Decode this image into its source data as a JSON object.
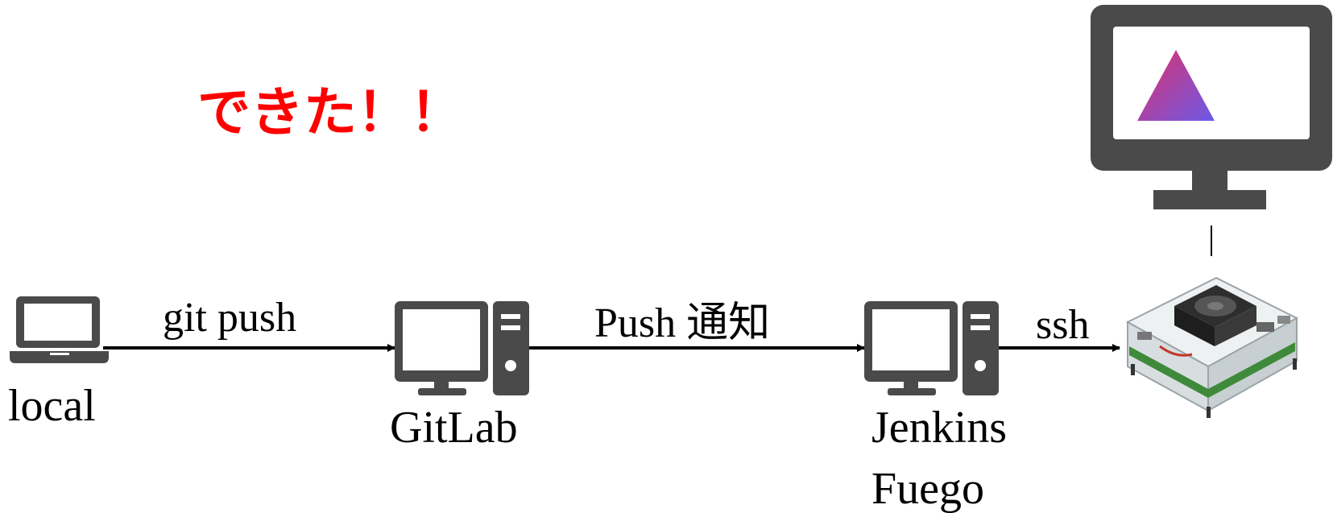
{
  "headline": {
    "text": "できた！！",
    "color": "#ff0000"
  },
  "nodes": {
    "local": {
      "label": "local",
      "icon": "laptop-icon"
    },
    "gitlab": {
      "label": "GitLab",
      "icon": "desktop-server-icon"
    },
    "jenkins": {
      "label_line1": "Jenkins",
      "label_line2": "Fuego",
      "icon": "desktop-server-icon"
    },
    "board": {
      "icon": "rcar-board-image"
    },
    "monitor": {
      "icon": "monitor-icon",
      "screen_logo": "gradient-triangle-logo"
    }
  },
  "edges": {
    "local_to_gitlab": {
      "label": "git push"
    },
    "gitlab_to_jenkins": {
      "label": "Push 通知"
    },
    "jenkins_to_board": {
      "label": "ssh"
    }
  },
  "colors": {
    "icon_gray": "#4a4a4a",
    "arrow": "#000000",
    "triangle_top": "#e0306a",
    "triangle_bottom": "#6a5ae8"
  }
}
